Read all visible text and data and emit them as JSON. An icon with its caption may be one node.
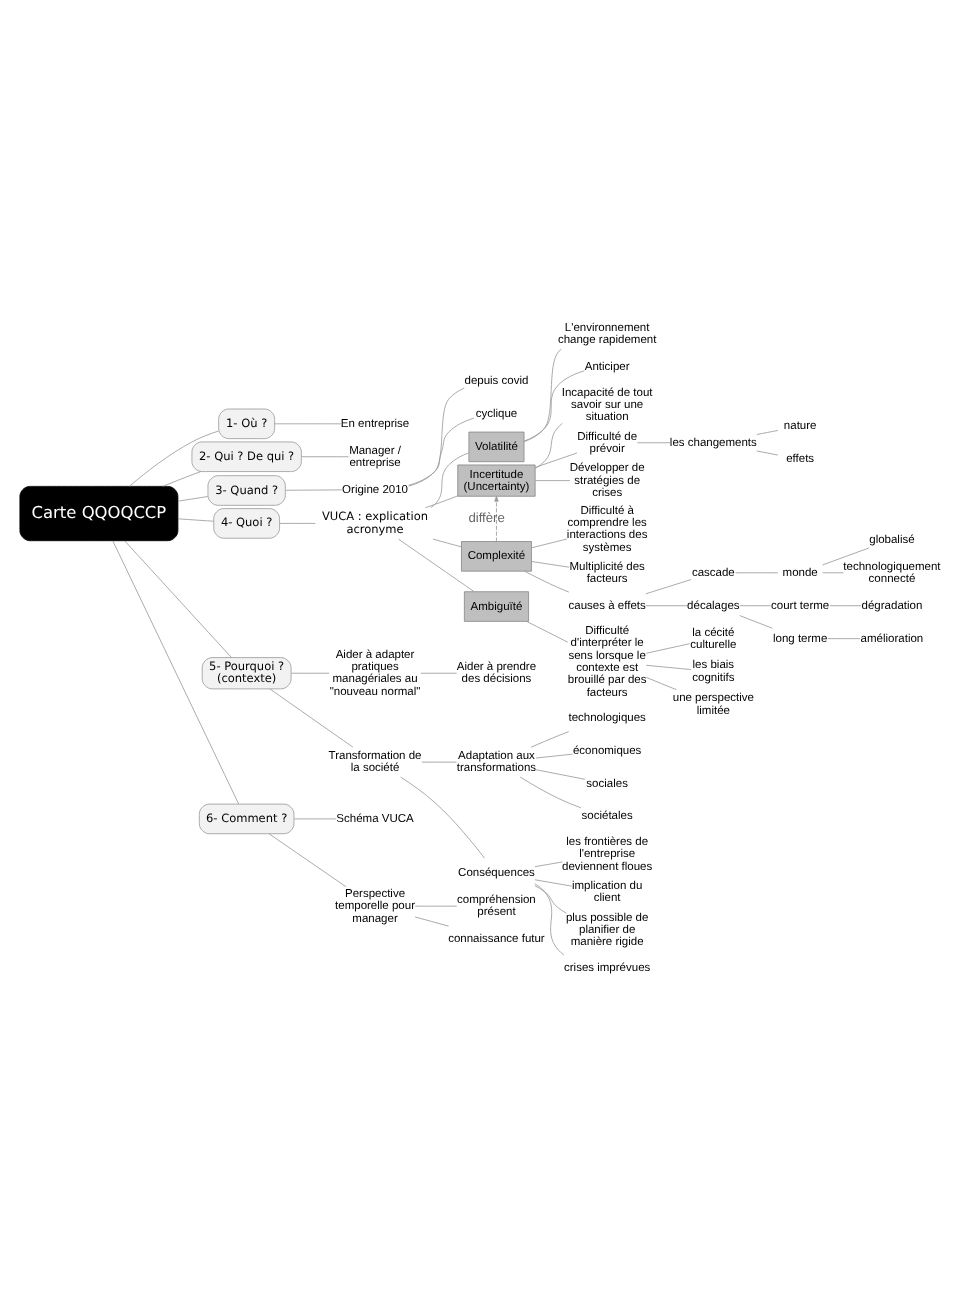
{
  "diagram": {
    "nodes": [
      {
        "text": [
          "Carte QQOQCCP"
        ]
      },
      {
        "text": [
          "1- Où ?"
        ]
      },
      {
        "text": [
          "En entreprise"
        ]
      },
      {
        "text": [
          "2- Qui ? De qui ?"
        ]
      },
      {
        "text": [
          "Manager / entreprise"
        ]
      },
      {
        "text": [
          "3- Quand ?"
        ]
      },
      {
        "text": [
          "Origine 2010"
        ]
      },
      {
        "text": [
          "depuis covid"
        ]
      },
      {
        "text": [
          "cyclique"
        ]
      },
      {
        "text": [
          "4- Quoi ?"
        ]
      },
      {
        "text": [
          "VUCA : explication acronyme"
        ]
      },
      {
        "text": [
          "Volatilité"
        ]
      },
      {
        "text": [
          "L'environnement change rapidement"
        ]
      },
      {
        "text": [
          "Anticiper"
        ]
      },
      {
        "text": [
          "Incertitude (Uncertainty)"
        ]
      },
      {
        "text": [
          "Incapacité de tout savoir sur une situation"
        ]
      },
      {
        "text": [
          "Difficulté de prévoir"
        ]
      },
      {
        "text": [
          "les changements"
        ]
      },
      {
        "text": [
          "nature"
        ]
      },
      {
        "text": [
          "effets"
        ]
      },
      {
        "text": [
          "Développer de stratégies de crises"
        ]
      },
      {
        "text": [
          "Complexité"
        ]
      },
      {
        "text": [
          "Difficulté à comprendre les interactions des systèmes"
        ]
      },
      {
        "text": [
          "Multiplicité des facteurs"
        ]
      },
      {
        "text": [
          "causes à effets"
        ]
      },
      {
        "text": [
          "cascade"
        ]
      },
      {
        "text": [
          "monde"
        ]
      },
      {
        "text": [
          "globalisé"
        ]
      },
      {
        "text": [
          "technologiquement connecté"
        ]
      },
      {
        "text": [
          "décalages"
        ]
      },
      {
        "text": [
          "court terme"
        ]
      },
      {
        "text": [
          "dégradation"
        ]
      },
      {
        "text": [
          "long terme"
        ]
      },
      {
        "text": [
          "amélioration"
        ]
      },
      {
        "text": [
          "Ambiguïté"
        ]
      },
      {
        "text": [
          "Difficulté d'interpréter le sens lorsque le contexte est brouillé par des facteurs"
        ]
      },
      {
        "text": [
          "la cécité culturelle"
        ]
      },
      {
        "text": [
          "les biais cognitifs"
        ]
      },
      {
        "text": [
          "une perspective limitée"
        ]
      },
      {
        "text": [
          "5- Pourquoi ? (contexte)"
        ]
      },
      {
        "text": [
          "Aider à adapter pratiques managériales au \"nouveau normal\""
        ]
      },
      {
        "text": [
          "Aider à prendre des décisions"
        ]
      },
      {
        "text": [
          "Transformation de la société"
        ]
      },
      {
        "text": [
          "Adaptation aux transformations"
        ]
      },
      {
        "text": [
          "technologiques"
        ]
      },
      {
        "text": [
          "économiques"
        ]
      },
      {
        "text": [
          "sociales"
        ]
      },
      {
        "text": [
          "sociétales"
        ]
      },
      {
        "text": [
          "Conséquences"
        ]
      },
      {
        "text": [
          "les frontières de l'entreprise deviennent floues"
        ]
      },
      {
        "text": [
          "implication du client"
        ]
      },
      {
        "text": [
          "plus possible de planifier de manière rigide"
        ]
      },
      {
        "text": [
          "crises imprévues"
        ]
      },
      {
        "text": [
          "6- Comment ?"
        ]
      },
      {
        "text": [
          "Schéma VUCA"
        ]
      },
      {
        "text": [
          "Perspective temporelle pour manager"
        ]
      },
      {
        "text": [
          "compréhension présent"
        ]
      },
      {
        "text": [
          "connaissance futur"
        ]
      }
    ],
    "edges": [
      {
        "from": 0,
        "to": 1,
        "arrow": "none"
      },
      {
        "from": 1,
        "to": 2,
        "arrow": "none"
      },
      {
        "from": 0,
        "to": 3,
        "arrow": "none"
      },
      {
        "from": 3,
        "to": 4,
        "arrow": "none"
      },
      {
        "from": 0,
        "to": 5,
        "arrow": "none"
      },
      {
        "from": 5,
        "to": 6,
        "arrow": "none"
      },
      {
        "from": 6,
        "to": 7,
        "arrow": "none"
      },
      {
        "from": 6,
        "to": 8,
        "arrow": "none"
      },
      {
        "from": 0,
        "to": 9,
        "arrow": "none"
      },
      {
        "from": 9,
        "to": 10,
        "arrow": "none"
      },
      {
        "from": 10,
        "to": 11,
        "arrow": "none"
      },
      {
        "from": 11,
        "to": 12,
        "arrow": "none"
      },
      {
        "from": 11,
        "to": 13,
        "arrow": "none"
      },
      {
        "from": 10,
        "to": 14,
        "arrow": "none"
      },
      {
        "from": 14,
        "to": 15,
        "arrow": "none"
      },
      {
        "from": 14,
        "to": 16,
        "arrow": "none"
      },
      {
        "from": 16,
        "to": 17,
        "arrow": "none"
      },
      {
        "from": 17,
        "to": 18,
        "arrow": "none"
      },
      {
        "from": 17,
        "to": 19,
        "arrow": "none"
      },
      {
        "from": 14,
        "to": 20,
        "arrow": "none"
      },
      {
        "from": 21,
        "to": 14,
        "arrow": "to",
        "label": "diffère",
        "style": "dashed"
      },
      {
        "from": 10,
        "to": 21,
        "arrow": "none"
      },
      {
        "from": 21,
        "to": 22,
        "arrow": "none"
      },
      {
        "from": 21,
        "to": 23,
        "arrow": "none"
      },
      {
        "from": 21,
        "to": 24,
        "arrow": "none"
      },
      {
        "from": 24,
        "to": 25,
        "arrow": "none"
      },
      {
        "from": 25,
        "to": 26,
        "arrow": "none"
      },
      {
        "from": 26,
        "to": 27,
        "arrow": "none"
      },
      {
        "from": 26,
        "to": 28,
        "arrow": "none"
      },
      {
        "from": 24,
        "to": 29,
        "arrow": "none"
      },
      {
        "from": 29,
        "to": 30,
        "arrow": "none"
      },
      {
        "from": 30,
        "to": 31,
        "arrow": "none"
      },
      {
        "from": 29,
        "to": 32,
        "arrow": "none"
      },
      {
        "from": 32,
        "to": 33,
        "arrow": "none"
      },
      {
        "from": 10,
        "to": 34,
        "arrow": "none"
      },
      {
        "from": 34,
        "to": 35,
        "arrow": "none"
      },
      {
        "from": 35,
        "to": 36,
        "arrow": "none"
      },
      {
        "from": 35,
        "to": 37,
        "arrow": "none"
      },
      {
        "from": 35,
        "to": 38,
        "arrow": "none"
      },
      {
        "from": 0,
        "to": 39,
        "arrow": "none"
      },
      {
        "from": 39,
        "to": 40,
        "arrow": "none"
      },
      {
        "from": 40,
        "to": 41,
        "arrow": "none"
      },
      {
        "from": 39,
        "to": 42,
        "arrow": "none"
      },
      {
        "from": 42,
        "to": 43,
        "arrow": "none"
      },
      {
        "from": 43,
        "to": 44,
        "arrow": "none"
      },
      {
        "from": 43,
        "to": 45,
        "arrow": "none"
      },
      {
        "from": 43,
        "to": 46,
        "arrow": "none"
      },
      {
        "from": 43,
        "to": 47,
        "arrow": "none"
      },
      {
        "from": 42,
        "to": 48,
        "arrow": "none"
      },
      {
        "from": 48,
        "to": 49,
        "arrow": "none"
      },
      {
        "from": 48,
        "to": 50,
        "arrow": "none"
      },
      {
        "from": 48,
        "to": 51,
        "arrow": "none"
      },
      {
        "from": 48,
        "to": 52,
        "arrow": "none"
      },
      {
        "from": 0,
        "to": 53,
        "arrow": "none"
      },
      {
        "from": 53,
        "to": 54,
        "arrow": "none"
      },
      {
        "from": 53,
        "to": 55,
        "arrow": "none"
      },
      {
        "from": 55,
        "to": 56,
        "arrow": "none"
      },
      {
        "from": 55,
        "to": 57,
        "arrow": "none"
      }
    ]
  }
}
